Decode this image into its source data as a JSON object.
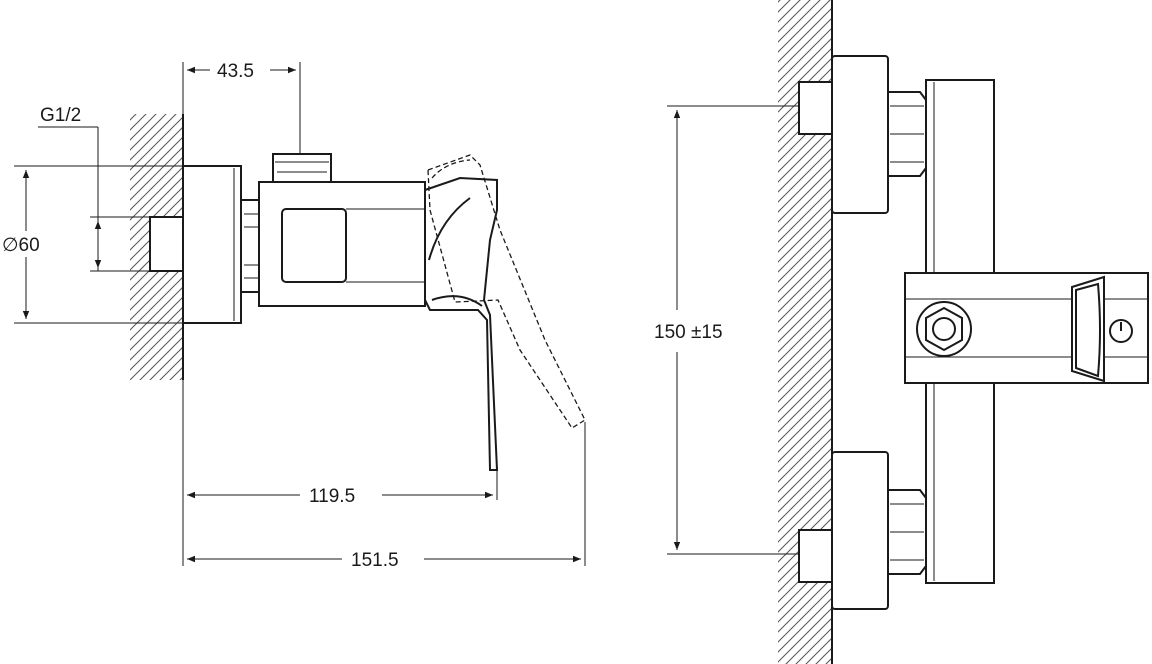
{
  "labels": {
    "thread": "G1/2",
    "diameter": "∅60",
    "inlet_offset": "43.5",
    "lever_reach": "119.5",
    "total_depth": "151.5",
    "centers": "150 ±15"
  }
}
